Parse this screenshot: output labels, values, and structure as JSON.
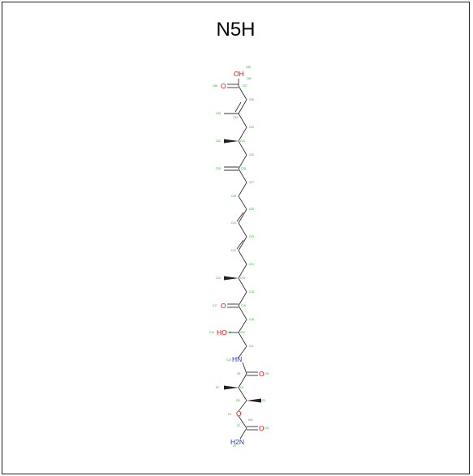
{
  "title": "N5H",
  "colors": {
    "bond": "#333333",
    "oxygen": "#ff0000",
    "nitrogen": "#2233cc",
    "annotation": "#22aa22",
    "frame": "#222222"
  },
  "atoms": {
    "oh_top": "OH",
    "o_acid": "O",
    "o_keto": "O",
    "ho": "HO",
    "nh": "HN",
    "o_amide": "O",
    "o_ester": "O",
    "o_carbamate": "O",
    "nh2": "H2N"
  },
  "annotations": {
    "a1": "O39",
    "a2": "O38",
    "a3": "C37",
    "a4": "C36",
    "a5": "C35",
    "a6": "C34",
    "a7": "C33",
    "a8": "C32",
    "a9": "C31",
    "a10": "C30",
    "a11": "C29",
    "a12": "C28",
    "a13": "C27",
    "a14": "C26",
    "a15": "C25",
    "a16": "C24",
    "a17": "C23",
    "a18": "C22",
    "a19": "C21",
    "a20": "C20",
    "a21": "C19",
    "a22": "C18",
    "a23": "C17",
    "a24": "C16",
    "a25": "C15",
    "a26": "C14",
    "a27": "C13",
    "a28": "O12",
    "a29": "C11",
    "a30": "C10",
    "a31": "O9",
    "a32": "C8",
    "a33": "N7",
    "a34": "C6",
    "a35": "O5",
    "a36": "C4",
    "a37": "C3",
    "a38": "C2",
    "a39": "O1",
    "a40": "C0",
    "a41": "O40",
    "a42": "N41"
  }
}
